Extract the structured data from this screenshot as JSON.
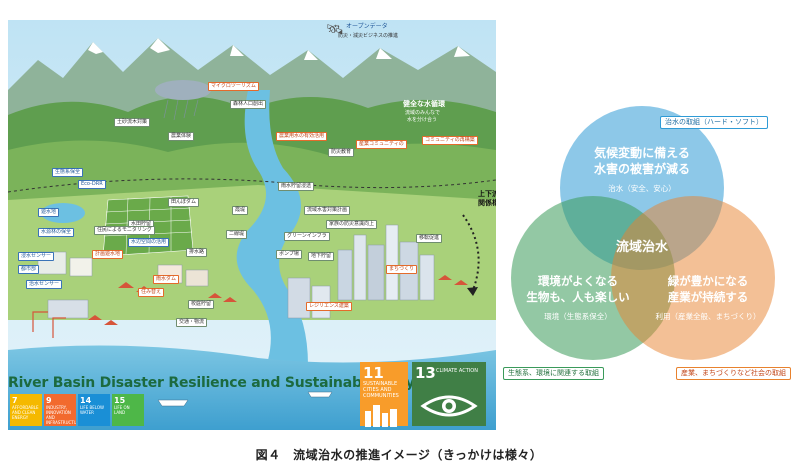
{
  "illustration": {
    "satellite_label": "オープンデータ",
    "satellite_sub": "防災・減災ビジネスの推進",
    "healthy_water_title": "健全な水循環",
    "healthy_water_sub1": "流域のみんなで",
    "healthy_water_sub2": "水を分け合う",
    "coordination_label1": "上下流の",
    "coordination_label2": "関係構築",
    "labels": [
      "マイクロツーリズム",
      "森林人口創出",
      "農業体験",
      "土砂流木対策",
      "農業用水の有効活用",
      "防災教育",
      "産業コミュニティの",
      "コミュニティの再構築",
      "生態系保全",
      "Eco-DRR",
      "田んぼダム",
      "雨水貯留浸透",
      "遊水地",
      "水田貯留",
      "水源林の保全",
      "住民によるモニタリング",
      "霞堤",
      "水辺空間の活用",
      "流域水害対策計画",
      "治水センサー",
      "二線堤",
      "まちづくり",
      "レジリエンス建築",
      "グリーンインフラ",
      "浸水センサー",
      "ポンプ場",
      "住み替え",
      "計画遊水地",
      "都市部",
      "地下貯留",
      "雨水ダム",
      "交通・物流",
      "校庭貯留",
      "移転促進",
      "排水路",
      "家族の防災意識向上"
    ],
    "banner_title": "River Basin Disaster Resilience and Sustainability by All",
    "sdg_small": [
      {
        "num": "7",
        "text": "AFFORDABLE AND CLEAN ENERGY",
        "color": "#f5b900"
      },
      {
        "num": "9",
        "text": "INDUSTRY, INNOVATION AND INFRASTRUCTURE",
        "color": "#f26a2e"
      },
      {
        "num": "14",
        "text": "LIFE BELOW WATER",
        "color": "#1a8fd6"
      },
      {
        "num": "15",
        "text": "LIFE ON LAND",
        "color": "#4eb748"
      }
    ],
    "sdg_big": [
      {
        "num": "11",
        "text": "SUSTAINABLE CITIES AND COMMUNITIES",
        "color": "#f89c2a"
      },
      {
        "num": "13",
        "text": "CLIMATE ACTION",
        "color": "#407f46"
      }
    ]
  },
  "venn": {
    "center_label": "流域治水",
    "top": {
      "line1": "気候変動に備える",
      "line2": "水害の被害が減る",
      "sub": "治水（安全、安心）",
      "tag": "治水の取組（ハード・ソフト）",
      "color": "#2f9bd6"
    },
    "left": {
      "line1": "環境がよくなる",
      "line2": "生物も、人も楽しい",
      "sub": "環境（生態系保全）",
      "tag": "生態系、環境に関連する取組",
      "color": "#3a9a5a"
    },
    "right": {
      "line1": "緑が豊かになる",
      "line2": "産業が持続する",
      "sub": "利用（産業全般、まちづくり）",
      "tag": "産業、まちづくりなど社会の取組",
      "color": "#e8822e"
    }
  },
  "caption": "図４　流域治水の推進イメージ（きっかけは様々）"
}
